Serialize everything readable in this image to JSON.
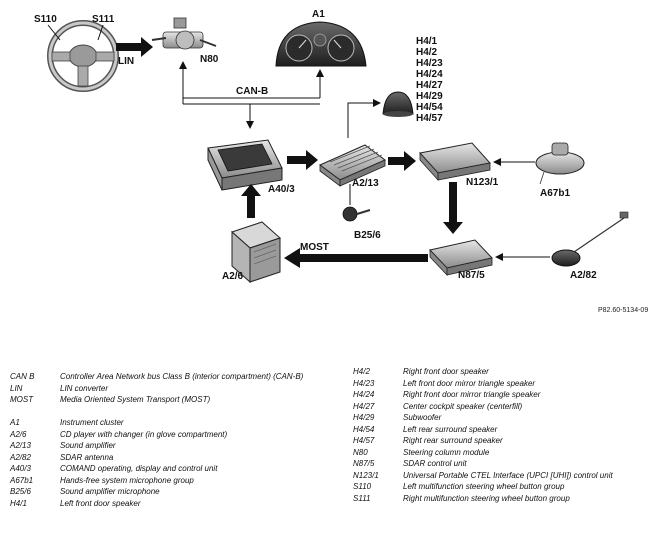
{
  "diagram": {
    "components": {
      "s110": "S110",
      "s111": "S111",
      "lin": "LIN",
      "n80": "N80",
      "a1": "A1",
      "can_b": "CAN-B",
      "h4_group": [
        "H4/1",
        "H4/2",
        "H4/23",
        "H4/24",
        "H4/27",
        "H4/29",
        "H4/54",
        "H4/57"
      ],
      "a40_3": "A40/3",
      "a2_13": "A2/13",
      "n123_1": "N123/1",
      "a67b1": "A67b1",
      "b25_6": "B25/6",
      "most": "MOST",
      "a2_6": "A2/6",
      "n87_5": "N87/5",
      "a2_82": "A2/82"
    },
    "figure_ref": "P82.60-5134-09"
  },
  "legend": {
    "left": [
      {
        "code": "CAN B",
        "desc": "Controller Area Network bus Class B (interior compartment) (CAN-B)"
      },
      {
        "code": "LIN",
        "desc": "LIN converter"
      },
      {
        "code": "MOST",
        "desc": "Media Oriented System Transport (MOST)"
      },
      {
        "code": "A1",
        "desc": "Instrument cluster"
      },
      {
        "code": "A2/6",
        "desc": "CD player with changer (in glove compartment)"
      },
      {
        "code": "A2/13",
        "desc": "Sound amplifier"
      },
      {
        "code": "A2/82",
        "desc": "SDAR antenna"
      },
      {
        "code": "A40/3",
        "desc": "COMAND operating, display and control unit"
      },
      {
        "code": "A67b1",
        "desc": "Hands-free system microphone group"
      },
      {
        "code": "B25/6",
        "desc": "Sound amplifier microphone"
      },
      {
        "code": "H4/1",
        "desc": "Left front door speaker"
      }
    ],
    "right": [
      {
        "code": "H4/2",
        "desc": "Right front door speaker"
      },
      {
        "code": "H4/23",
        "desc": "Left front door mirror triangle speaker"
      },
      {
        "code": "H4/24",
        "desc": "Right front door mirror triangle speaker"
      },
      {
        "code": "H4/27",
        "desc": "Center cockpit speaker (centerfill)"
      },
      {
        "code": "H4/29",
        "desc": "Subwoofer"
      },
      {
        "code": "H4/54",
        "desc": "Left rear surround speaker"
      },
      {
        "code": "H4/57",
        "desc": "Right rear surround speaker"
      },
      {
        "code": "N80",
        "desc": "Steering column module"
      },
      {
        "code": "N87/5",
        "desc": "SDAR control unit"
      },
      {
        "code": "N123/1",
        "desc": "Universal Portable CTEL Interface (UPCI [UHI]) control unit"
      },
      {
        "code": "S110",
        "desc": "Left multifunction steering wheel button group"
      },
      {
        "code": "S111",
        "desc": "Right multifunction steering wheel button group"
      }
    ]
  }
}
